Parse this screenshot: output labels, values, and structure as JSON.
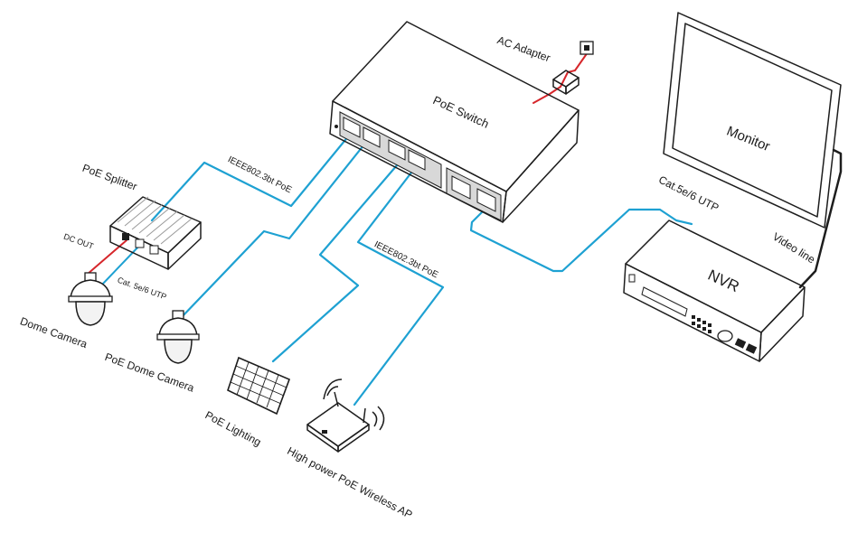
{
  "labels": {
    "poe_switch": "PoE Switch",
    "ac_adapter": "AC Adapter",
    "monitor": "Monitor",
    "nvr": "NVR",
    "video_line": "Video line",
    "cat_utp_nvr": "Cat.5e/6 UTP",
    "cat_utp_splitter": "Cat. 5e/6 UTP",
    "ieee_splitter": "IEEE802.3bt PoE",
    "ieee_ap": "IEEE802.3bt PoE",
    "poe_splitter": "PoE Splitter",
    "dc_out": "DC OUT",
    "dome_camera": "Dome Camera",
    "poe_dome_camera": "PoE Dome Camera",
    "poe_lighting": "PoE Lighting",
    "wireless_ap": "High power PoE Wireless AP"
  },
  "colors": {
    "poe_cable": "#1ea1d2",
    "power_cable": "#d6262b",
    "video_cable": "#1d1d1d",
    "outline": "#1d1d1d",
    "device_fill": "#ffffff",
    "ports_fill": "#b8b8b8"
  },
  "icons": {
    "switch": "poe-switch-icon",
    "adapter": "ac-adapter-icon",
    "monitor": "monitor-icon",
    "nvr": "nvr-icon",
    "splitter": "poe-splitter-icon",
    "dome": "dome-camera-icon",
    "poe_dome": "poe-dome-camera-icon",
    "panel": "poe-lighting-panel-icon",
    "ap": "wireless-ap-icon"
  }
}
